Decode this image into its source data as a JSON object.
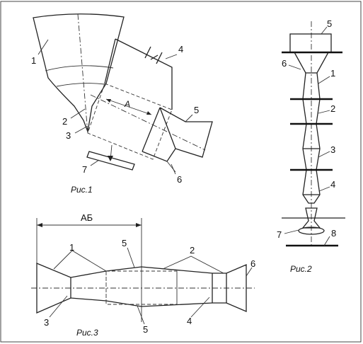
{
  "figures": {
    "fig1": {
      "caption": "Рис.1",
      "labels": {
        "l1": "1",
        "l2": "2",
        "l3": "3",
        "l4": "4",
        "l5": "5",
        "l6": "6",
        "l7": "7",
        "dim": "A"
      }
    },
    "fig2": {
      "caption": "Рис.2",
      "labels": {
        "l5": "5",
        "l6": "6",
        "l1": "1",
        "l2": "2",
        "l3": "3",
        "l4": "4",
        "l7": "7",
        "l8": "8"
      }
    },
    "fig3": {
      "caption": "Рис.3",
      "labels": {
        "dim": "АБ",
        "l1": "1",
        "l5a": "5",
        "l2": "2",
        "l6": "6",
        "l3": "3",
        "l5b": "5",
        "l4": "4"
      }
    }
  }
}
